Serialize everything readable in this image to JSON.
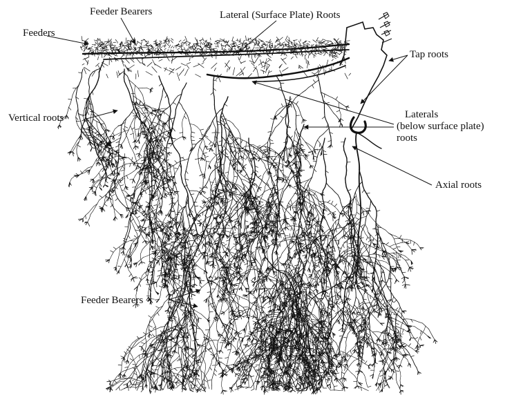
{
  "diagram": {
    "labels": {
      "feeder_bearers_top": "Feeder Bearers",
      "lateral_surface": "Lateral (Surface Plate) Roots",
      "feeders": "Feeders",
      "tap_roots": "Tap roots",
      "vertical_roots": "Vertical roots",
      "laterals_line1": "Laterals",
      "laterals_line2": "(below surface plate)",
      "laterals_line3": "roots",
      "axial_roots": "Axial roots",
      "feeder_bearers_bottom": "Feeder Bearers"
    },
    "ink_color": "#111111"
  }
}
